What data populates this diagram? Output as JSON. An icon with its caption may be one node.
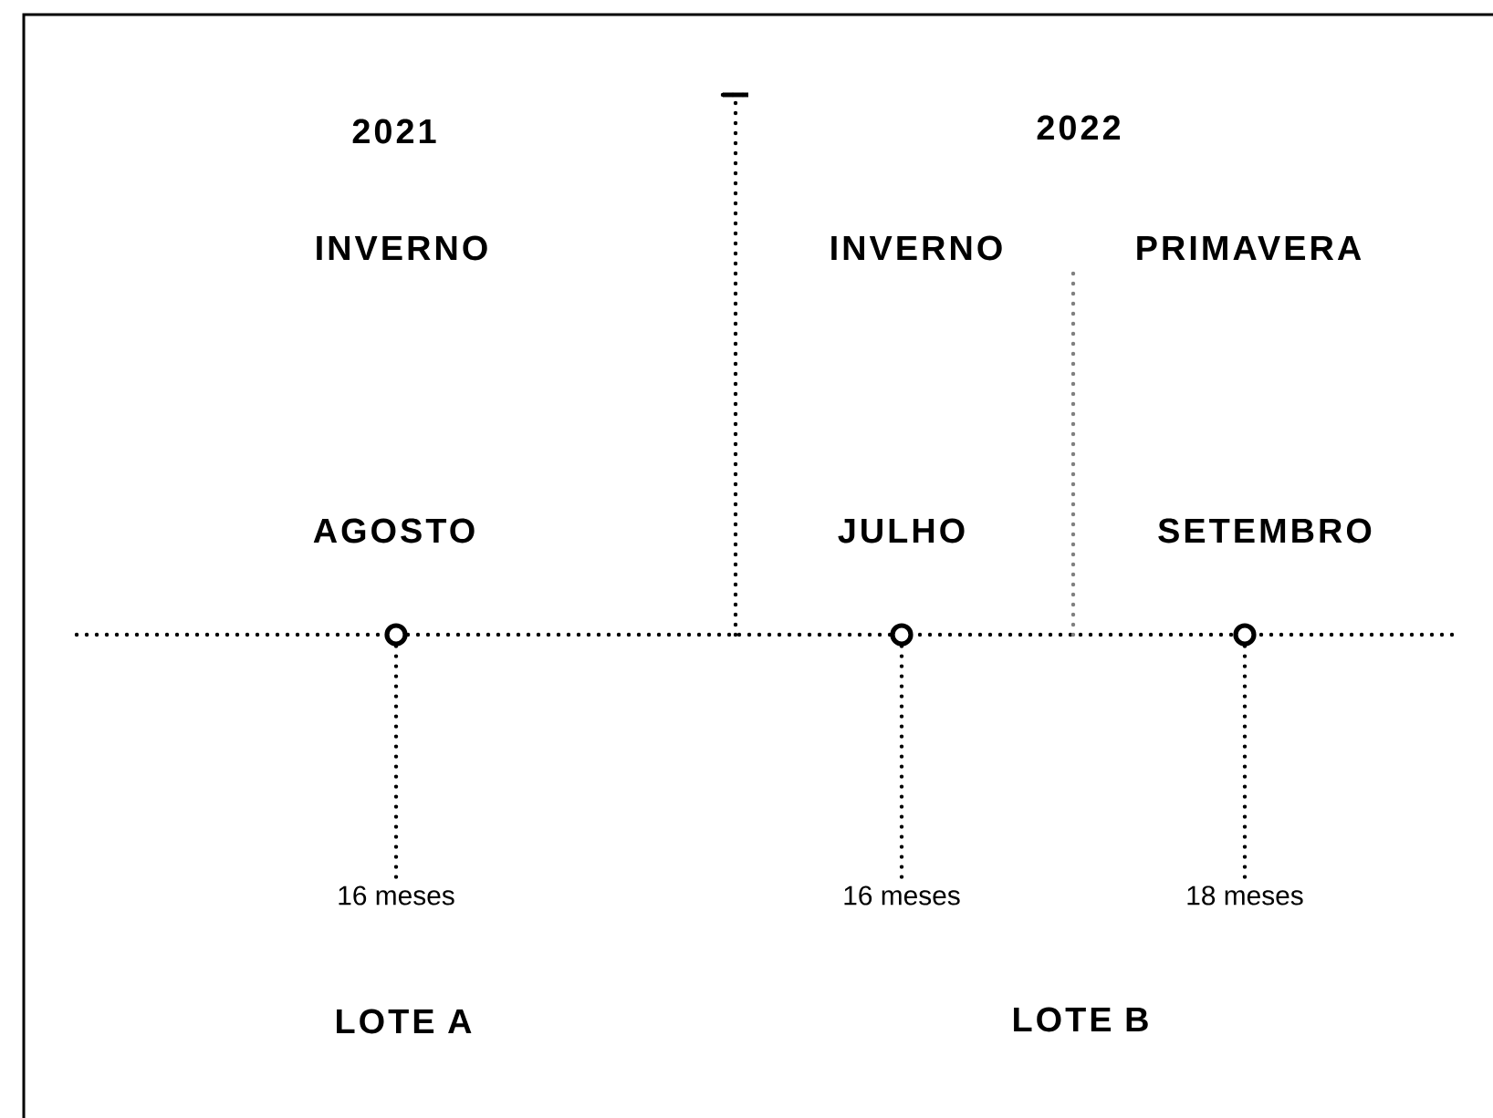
{
  "diagram": {
    "nodes": [
      {
        "text": [],
        "shape": "circle"
      },
      {
        "text": [],
        "shape": "circle"
      },
      {
        "text": [],
        "shape": "circle"
      },
      {
        "text": [
          "16 meses"
        ]
      },
      {
        "text": [
          "16 meses"
        ]
      },
      {
        "text": [
          "18 meses"
        ]
      }
    ],
    "edges": [
      {
        "from": 0,
        "to": 3,
        "arrow": "none"
      },
      {
        "from": 1,
        "to": 4,
        "arrow": "none"
      },
      {
        "from": 2,
        "to": 5,
        "arrow": "none"
      }
    ],
    "labels": [
      "2021",
      "2022",
      "INVERNO",
      "INVERNO",
      "PRIMAVERA",
      "AGOSTO",
      "JULHO",
      "SETEMBRO",
      "LOTE A",
      "LOTE B"
    ]
  }
}
